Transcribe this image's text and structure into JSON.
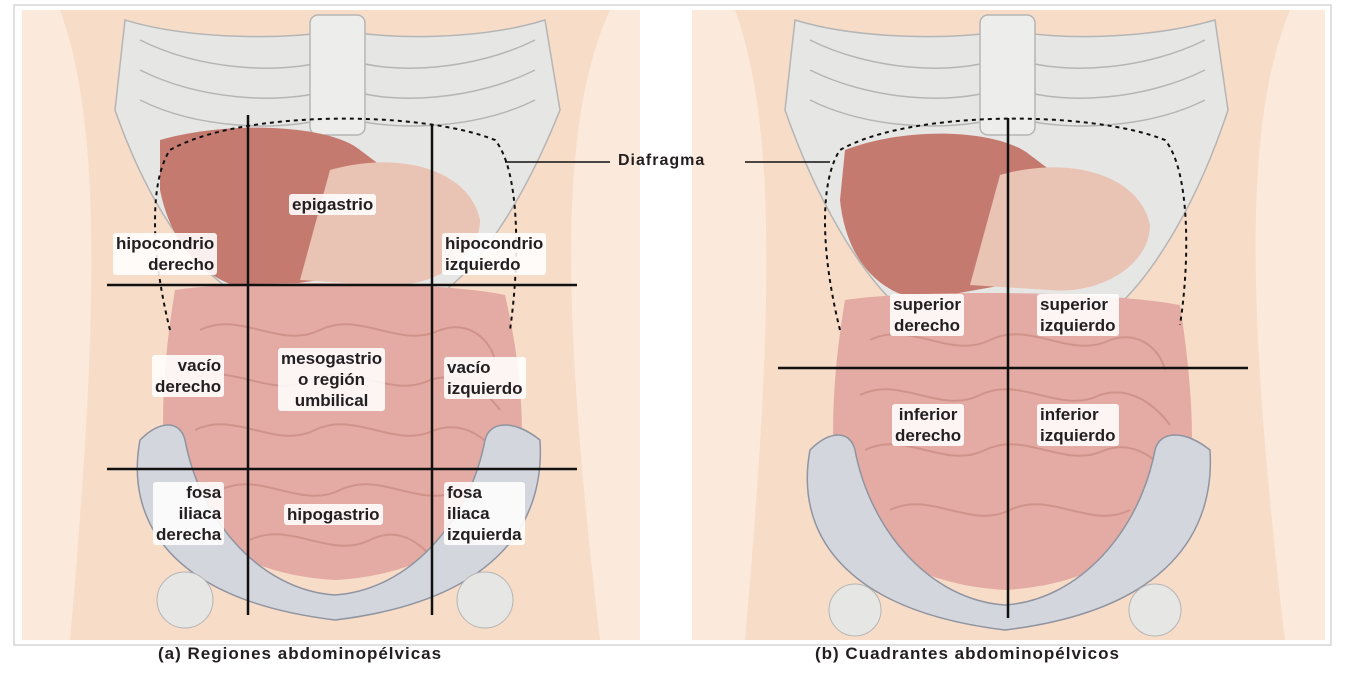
{
  "panel_a": {
    "caption": "(a) Regiones abdominopélvicas",
    "regions": {
      "hipocondrio_derecho": "hipocondrio\nderecho",
      "epigastrio": "epigastrio",
      "hipocondrio_izquierdo": "hipocondrio\nizquierdo",
      "vacio_derecho": "vacío\nderecho",
      "mesogastrio": "mesogastrio\no región\numbilical",
      "vacio_izquierdo": "vacío\nizquierdo",
      "fosa_iliaca_derecha": "fosa\niliaca\nderecha",
      "hipogastrio": "hipogastrio",
      "fosa_iliaca_izquierda": "fosa\niliaca\nizquierda"
    }
  },
  "panel_b": {
    "caption": "(b) Cuadrantes abdominopélvicos",
    "quadrants": {
      "superior_derecho": "superior\nderecho",
      "superior_izquierdo": "superior\nizquierdo",
      "inferior_derecho": "inferior\nderecho",
      "inferior_izquierdo": "inferior\nizquierdo"
    }
  },
  "callout": {
    "diafragma": "Diafragma"
  },
  "colors": {
    "skin": "#f7dcc8",
    "bone": "#e4e4e2",
    "bone_outline": "#b9b9b9",
    "organ": "#c98078",
    "intestine": "#e2a9a1",
    "pelvis": "#cfd2da",
    "line": "#111111"
  }
}
